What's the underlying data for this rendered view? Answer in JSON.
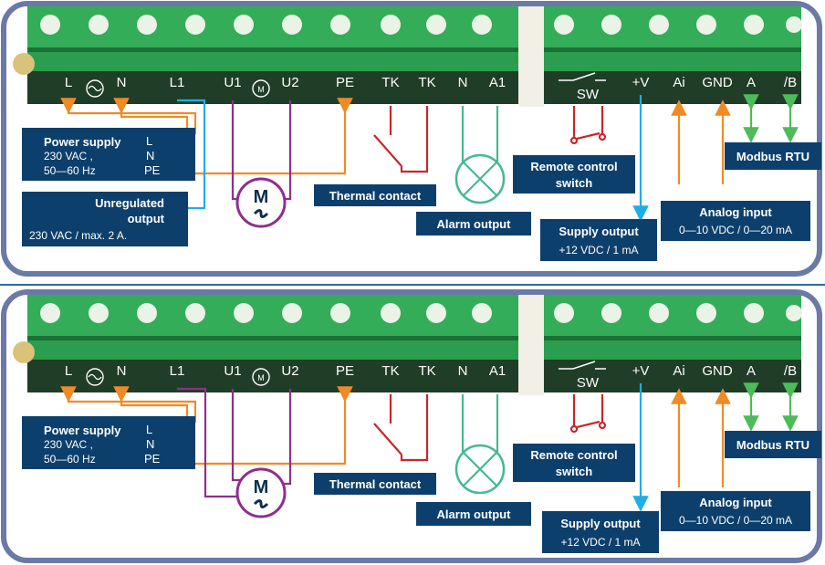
{
  "terminals": [
    "L",
    "N",
    "L1",
    "U1",
    "U2",
    "PE",
    "TK",
    "TK",
    "N",
    "A1",
    "SW",
    "+V",
    "Ai",
    "GND",
    "A",
    "/B"
  ],
  "colors": {
    "frame": "#6a79a6",
    "board": "#2a9e4e",
    "strip": "#1f3d27",
    "label_box": "#0c3f6c",
    "orange": "#f08a24",
    "purple": "#8e2f8c",
    "blue": "#1eaee6",
    "green": "#4dbb5a",
    "red": "#c9262c",
    "teal": "#45b98f"
  },
  "top": {
    "power_supply": {
      "title": "Power supply",
      "line1": "230 VAC ,",
      "line2": "50—60 Hz",
      "pin_l": "L",
      "pin_n": "N",
      "pin_pe": "PE"
    },
    "unregulated": {
      "line1": "Unregulated",
      "line2": "output",
      "line3": "230 VAC / max. 2 A."
    },
    "motor_letter": "M",
    "thermal": "Thermal contact",
    "alarm": "Alarm output",
    "remote_line1": "Remote control",
    "remote_line2": "switch",
    "supply_title": "Supply output",
    "supply_value": "+12 VDC / 1 mA",
    "analog_title": "Analog input",
    "analog_value": "0—10 VDC / 0—20 mA",
    "modbus": "Modbus RTU"
  },
  "bottom": {
    "power_supply": {
      "title": "Power supply",
      "line1": "230 VAC ,",
      "line2": "50—60 Hz",
      "pin_l": "L",
      "pin_n": "N",
      "pin_pe": "PE"
    },
    "motor_letter": "M",
    "thermal": "Thermal contact",
    "alarm": "Alarm output",
    "remote_line1": "Remote control",
    "remote_line2": "switch",
    "supply_title": "Supply output",
    "supply_value": "+12 VDC / 1 mA",
    "analog_title": "Analog input",
    "analog_value": "0—10 VDC / 0—20 mA",
    "modbus": "Modbus RTU"
  }
}
